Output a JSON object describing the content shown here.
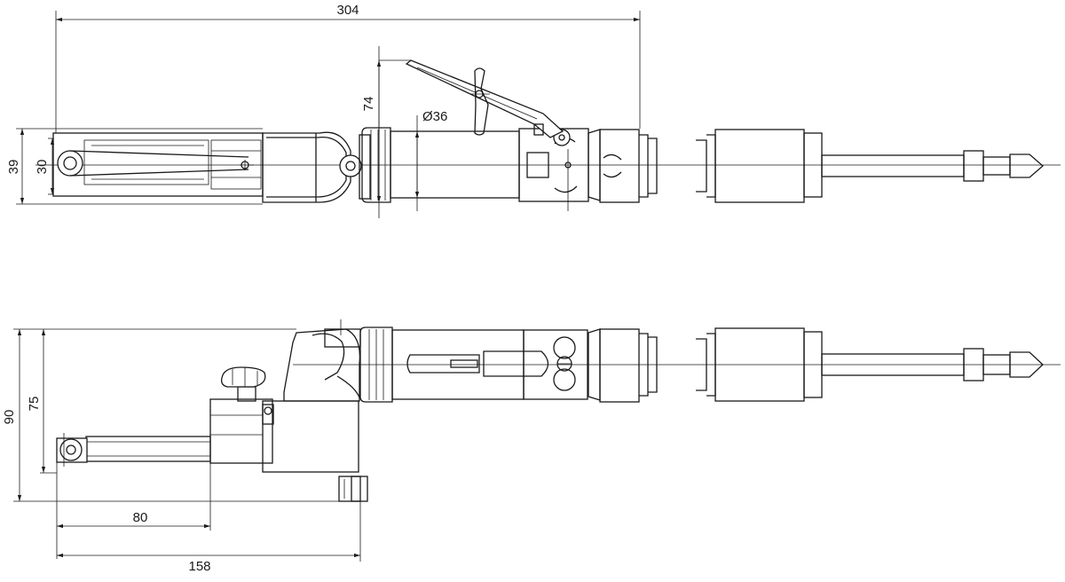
{
  "dimensions": {
    "overall_length": "304",
    "lever_height": "74",
    "body_diameter": "Ø36",
    "head_height_outer": "39",
    "head_height_inner": "30",
    "side_height_total": "90",
    "side_height_arm": "75",
    "arm_length": "80",
    "head_length": "158"
  }
}
